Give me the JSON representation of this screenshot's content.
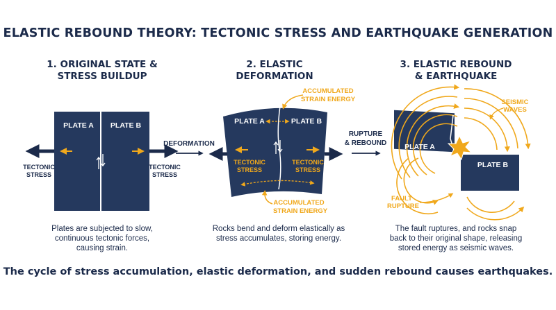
{
  "title": "ELASTIC REBOUND THEORY: TECTONIC STRESS AND EARTHQUAKE GENERATION",
  "panel1": {
    "heading_line1": "1. ORIGINAL STATE &",
    "heading_line2": "STRESS BUILDUP",
    "plate_a": "PLATE A",
    "plate_b": "PLATE B",
    "tectonic_line1": "TECTONIC",
    "tectonic_line2": "STRESS",
    "desc_line1": "Plates are subjected to slow,",
    "desc_line2": "continuous tectonic forces,",
    "desc_line3": "causing strain."
  },
  "arrow1_label": "DEFORMATION",
  "panel2": {
    "heading_line1": "2. ELASTIC",
    "heading_line2": "DEFORMATION",
    "plate_a": "PLATE A",
    "plate_b": "PLATE B",
    "energy_line1": "ACCUMULATED",
    "energy_line2": "STRAIN ENERGY",
    "tectonic_line1": "TECTONIC",
    "tectonic_line2": "STRESS",
    "desc_line1": "Rocks bend and deform elastically as",
    "desc_line2": "stress accumulates, storing energy."
  },
  "arrow2_label_line1": "RUPTURE",
  "arrow2_label_line2": "& REBOUND",
  "panel3": {
    "heading_line1": "3. ELASTIC REBOUND",
    "heading_line2": "& EARTHQUAKE",
    "plate_a": "PLATE A",
    "plate_b": "PLATE B",
    "waves_line1": "SEISMIC",
    "waves_line2": "WAVES",
    "fault_line1": "FAULT",
    "fault_line2": "RUPTURE",
    "desc_line1": "The fault ruptures, and rocks snap",
    "desc_line2": "back to their original shape, releasing",
    "desc_line3": "stored energy as seismic waves."
  },
  "footer": "The cycle of stress accumulation, elastic deformation, and sudden rebound causes earthquakes.",
  "colors": {
    "navy": "#1b2a4a",
    "plate": "#25395e",
    "accent": "#f0a81c",
    "text": "#1b2a4a"
  }
}
